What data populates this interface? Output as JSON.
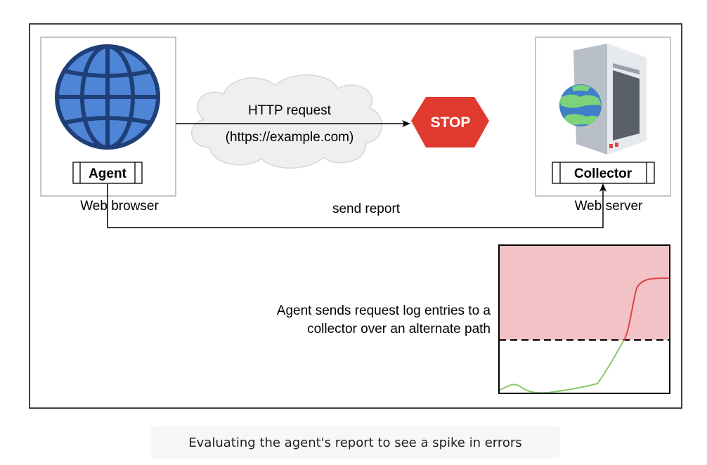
{
  "diagram": {
    "browser_box": {
      "label": "Web browser",
      "agent_label": "Agent"
    },
    "server_box": {
      "label": "Web server",
      "collector_label": "Collector"
    },
    "request": {
      "line1": "HTTP request",
      "line2": "(https://example.com)"
    },
    "stop_sign": {
      "text": "STOP",
      "color": "#e03a2f"
    },
    "report_path": {
      "label": "send report"
    },
    "description": {
      "line1": "Agent sends request log entries to a",
      "line2": "collector over an alternate path"
    },
    "chart": {
      "danger_zone_color": "#f2c3c6",
      "normal_line_color": "#8cc66a",
      "error_line_color": "#d9434a"
    }
  },
  "caption": {
    "text": "Evaluating the agent's report to see a spike in errors"
  }
}
